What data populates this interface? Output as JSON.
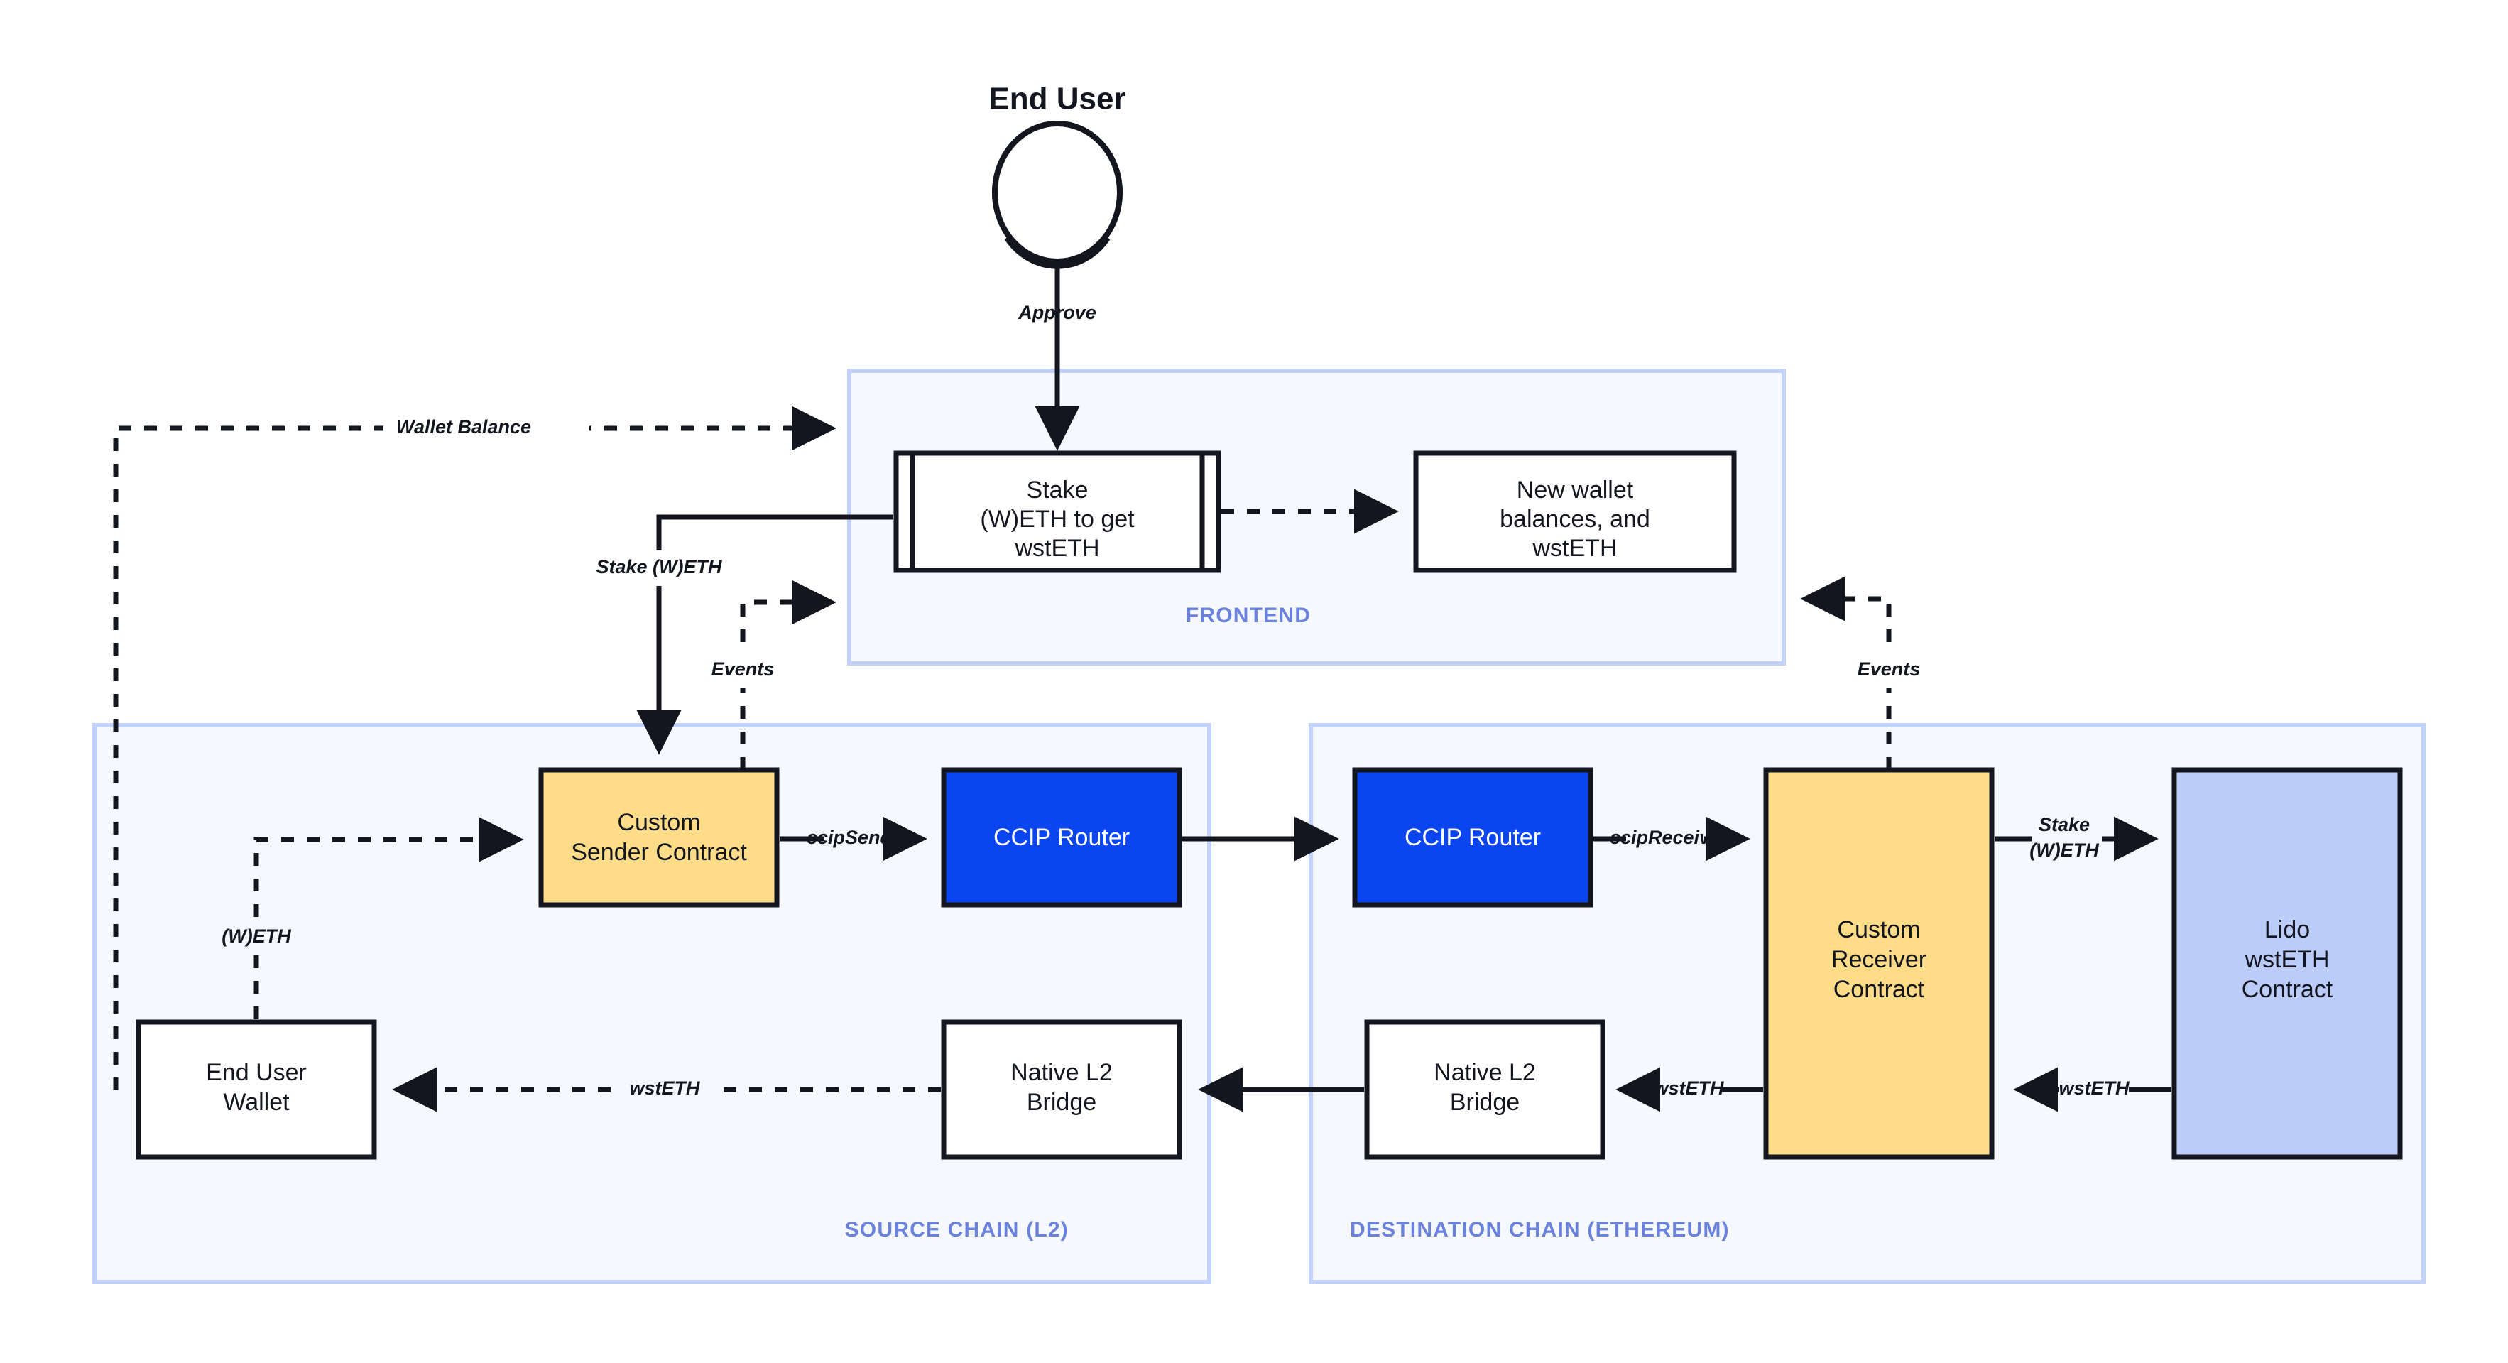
{
  "diagram": {
    "title": "End User",
    "actor_icon": "user-avatar-icon",
    "zones": [
      {
        "id": "frontend",
        "label": "FRONTEND"
      },
      {
        "id": "source",
        "label": "SOURCE CHAIN (L2)"
      },
      {
        "id": "destination",
        "label": "DESTINATION CHAIN (ETHEREUM)"
      }
    ],
    "nodes": [
      {
        "id": "stake-box",
        "lines": [
          "Stake",
          "(W)ETH to get",
          "wstETH"
        ],
        "style": "white-process"
      },
      {
        "id": "new-balances",
        "lines": [
          "New wallet",
          "balances, and",
          "wstETH"
        ],
        "style": "white"
      },
      {
        "id": "sender-contract",
        "lines": [
          "Custom",
          "Sender Contract"
        ],
        "style": "yellow"
      },
      {
        "id": "ccip-router-src",
        "lines": [
          "CCIP Router"
        ],
        "style": "blue"
      },
      {
        "id": "ccip-router-dst",
        "lines": [
          "CCIP Router"
        ],
        "style": "blue"
      },
      {
        "id": "receiver-contract",
        "lines": [
          "Custom",
          "Receiver",
          "Contract"
        ],
        "style": "yellow"
      },
      {
        "id": "lido-contract",
        "lines": [
          "Lido",
          "wstETH",
          "Contract"
        ],
        "style": "lavender"
      },
      {
        "id": "end-user-wallet",
        "lines": [
          "End User",
          "Wallet"
        ],
        "style": "white"
      },
      {
        "id": "native-bridge-src",
        "lines": [
          "Native L2",
          "Bridge"
        ],
        "style": "white"
      },
      {
        "id": "native-bridge-dst",
        "lines": [
          "Native L2",
          "Bridge"
        ],
        "style": "white"
      }
    ],
    "edges": [
      {
        "id": "approve",
        "label": "Approve",
        "line": "solid"
      },
      {
        "id": "wallet-balance",
        "label": "Wallet Balance",
        "line": "dashed"
      },
      {
        "id": "stake-weth-left",
        "label": "Stake (W)ETH",
        "line": "solid"
      },
      {
        "id": "events-left",
        "label": "Events",
        "line": "dashed"
      },
      {
        "id": "events-right",
        "label": "Events",
        "line": "dashed"
      },
      {
        "id": "weth",
        "label": "(W)ETH",
        "line": "dashed"
      },
      {
        "id": "ccip-send",
        "label": "ccipSend",
        "line": "solid"
      },
      {
        "id": "ccip-receive",
        "label": "ccipReceive",
        "line": "solid"
      },
      {
        "id": "stake-weth-right",
        "label-1": "Stake",
        "label-2": "(W)ETH",
        "line": "solid"
      },
      {
        "id": "wsteth-lido",
        "label": "wstETH",
        "line": "solid"
      },
      {
        "id": "wsteth-bridge",
        "label": "wstETH",
        "line": "solid"
      },
      {
        "id": "wsteth-wallet",
        "label": "wstETH",
        "line": "dashed"
      },
      {
        "id": "new-balances-flow",
        "label": "",
        "line": "dashed"
      }
    ],
    "colors": {
      "yellow": "#ffdd88",
      "blue": "#0b45f0",
      "lavender": "#bcccf8",
      "zone_fill": "#f5f8fe",
      "zone_border": "#c3d2fb",
      "zone_label": "#6b82dd",
      "stroke": "#14161f",
      "avatar_body": "#1a56e8"
    }
  }
}
